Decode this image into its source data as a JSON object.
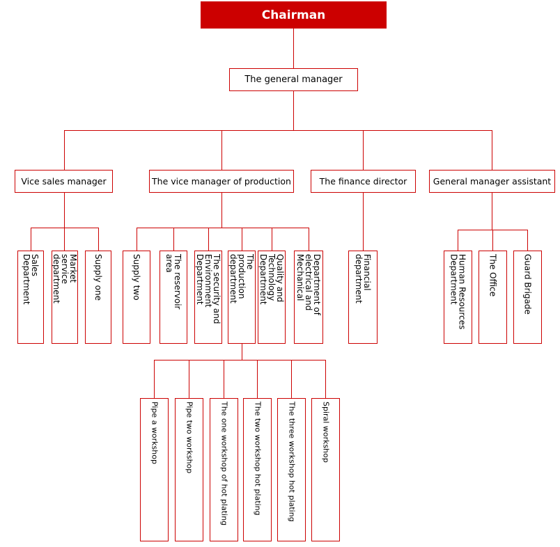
{
  "colors": {
    "line": "#cc0000",
    "chairman_bg": "#cc0000",
    "chairman_text": "#ffffff",
    "node_bg": "#ffffff",
    "text": "#000000"
  },
  "nodes": {
    "chairman": {
      "label": "Chairman"
    },
    "general_manager": {
      "label": "The general manager"
    },
    "vice_sales_manager": {
      "label": "Vice sales manager"
    },
    "vice_production_manager": {
      "label": "The vice manager of production"
    },
    "finance_director": {
      "label": "The finance director"
    },
    "gm_assistant": {
      "label": "General manager assistant"
    },
    "sales_department": {
      "label": "Sales\nDepartment"
    },
    "market_service_department": {
      "label": "Market\nservice\ndepartment"
    },
    "supply_one": {
      "label": "Supply one"
    },
    "supply_two": {
      "label": "Supply two"
    },
    "reservoir_area": {
      "label": "The reservoir\narea"
    },
    "security_environment": {
      "label": "The security and\nEnvironment\nDepartment"
    },
    "production_department": {
      "label": "The\nproduction\ndepartment"
    },
    "quality_technology": {
      "label": "Quality and\nTechnology\nDepartment"
    },
    "electrical_mechanical": {
      "label": "Department of\nelectrical and\nMechanical"
    },
    "financial_department": {
      "label": "Financial\ndepartment"
    },
    "hr_department": {
      "label": "Human Resources\nDepartment"
    },
    "the_office": {
      "label": "The Office"
    },
    "guard_brigade": {
      "label": "Guard Brigade"
    },
    "pipe_a_workshop": {
      "label": "Pipe a workshop"
    },
    "pipe_two_workshop": {
      "label": "Pipe two workshop"
    },
    "one_workshop_hot_plating": {
      "label": "The one workshop of hot plating"
    },
    "two_workshop_hot_plating": {
      "label": "The two workshop hot plating"
    },
    "three_workshop_hot_plating": {
      "label": "The three workshop hot plating"
    },
    "spiral_workshop": {
      "label": "Spiral workshop"
    }
  },
  "edges": [
    [
      "chairman",
      "general_manager"
    ],
    [
      "general_manager",
      "vice_sales_manager"
    ],
    [
      "general_manager",
      "vice_production_manager"
    ],
    [
      "general_manager",
      "finance_director"
    ],
    [
      "general_manager",
      "gm_assistant"
    ],
    [
      "vice_sales_manager",
      "sales_department"
    ],
    [
      "vice_sales_manager",
      "market_service_department"
    ],
    [
      "vice_sales_manager",
      "supply_one"
    ],
    [
      "vice_production_manager",
      "supply_two"
    ],
    [
      "vice_production_manager",
      "reservoir_area"
    ],
    [
      "vice_production_manager",
      "security_environment"
    ],
    [
      "vice_production_manager",
      "production_department"
    ],
    [
      "vice_production_manager",
      "quality_technology"
    ],
    [
      "vice_production_manager",
      "electrical_mechanical"
    ],
    [
      "finance_director",
      "financial_department"
    ],
    [
      "gm_assistant",
      "hr_department"
    ],
    [
      "gm_assistant",
      "the_office"
    ],
    [
      "gm_assistant",
      "guard_brigade"
    ],
    [
      "production_department",
      "pipe_a_workshop"
    ],
    [
      "production_department",
      "pipe_two_workshop"
    ],
    [
      "production_department",
      "one_workshop_hot_plating"
    ],
    [
      "production_department",
      "two_workshop_hot_plating"
    ],
    [
      "production_department",
      "three_workshop_hot_plating"
    ],
    [
      "production_department",
      "spiral_workshop"
    ]
  ]
}
